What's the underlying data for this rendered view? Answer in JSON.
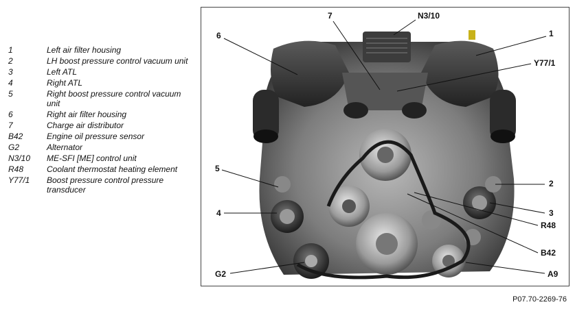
{
  "legend": [
    {
      "code": "1",
      "description": "Left air filter housing"
    },
    {
      "code": "2",
      "description": "LH boost pressure control vacuum unit"
    },
    {
      "code": "3",
      "description": "Left ATL"
    },
    {
      "code": "4",
      "description": "Right ATL"
    },
    {
      "code": "5",
      "description": "Right boost pressure control vacuum unit"
    },
    {
      "code": "6",
      "description": "Right air filter housing"
    },
    {
      "code": "7",
      "description": "Charge air distributor"
    },
    {
      "code": "B42",
      "description": "Engine oil pressure sensor"
    },
    {
      "code": "G2",
      "description": "Alternator"
    },
    {
      "code": "N3/10",
      "description": "ME-SFI [ME] control unit"
    },
    {
      "code": "R48",
      "description": "Coolant thermostat heating element"
    },
    {
      "code": "Y77/1",
      "description": "Boost pressure control pressure transducer"
    }
  ],
  "callouts": {
    "c7": "7",
    "n310": "N3/10",
    "c6": "6",
    "c1": "1",
    "y771": "Y77/1",
    "c5": "5",
    "c2": "2",
    "c4": "4",
    "c3": "3",
    "r48": "R48",
    "b42": "B42",
    "g2": "G2",
    "a9": "A9"
  },
  "figure_id": "P07.70-2269-76"
}
